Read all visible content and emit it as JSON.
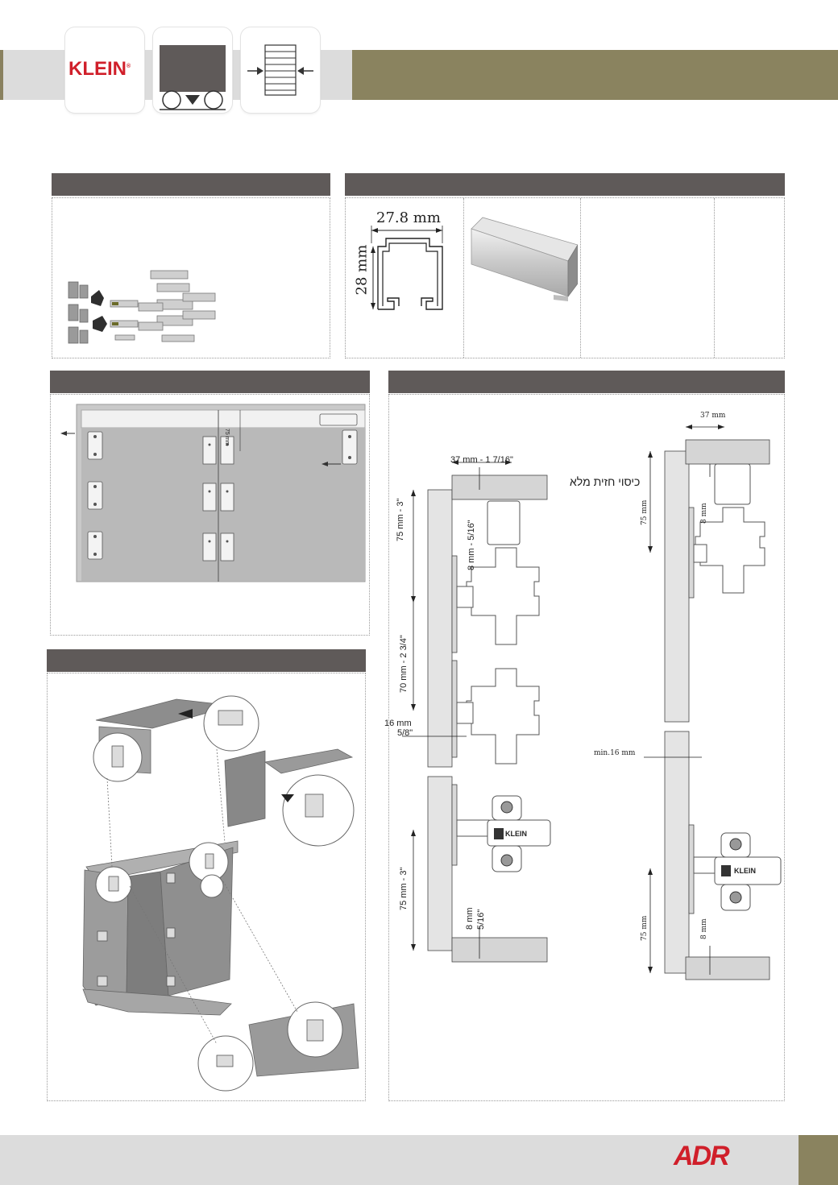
{
  "header": {
    "brand": "KLEIN",
    "brand_mark": "®"
  },
  "profile": {
    "width_label": "27.8 mm",
    "height_label": "28 mm"
  },
  "layout_section": {
    "top_offset_label": "75 mm"
  },
  "install_section": {
    "hebrew_caption": "כיסוי חזית מלא",
    "left_diagram": {
      "top_width": "37 mm - 1 7/16\"",
      "upper_spacing": "75 mm - 3\"",
      "gap_label": "8 mm - 5/16\"",
      "middle_spacing": "70 mm - 2 3/4\"",
      "side_label_mm": "16 mm",
      "side_label_in": "5/8\"",
      "lower_spacing": "75 mm - 3\"",
      "bottom_gap_mm": "8 mm",
      "bottom_gap_in": "5/16\"",
      "hinge_brand": "KLEIN"
    },
    "right_diagram": {
      "top_width": "37 mm",
      "upper_spacing": "75 mm",
      "gap_label": "8 mm",
      "min_label": "min.16 mm",
      "lower_spacing": "75 mm",
      "bottom_gap": "8 mm",
      "hinge_brand": "KLEIN"
    }
  },
  "footer": {
    "logo": "ADR"
  },
  "colors": {
    "olive": "#8a835f",
    "header_gray": "#5f5a59",
    "klein_red": "#d01f2a",
    "band_gray": "#dcdcdc"
  }
}
